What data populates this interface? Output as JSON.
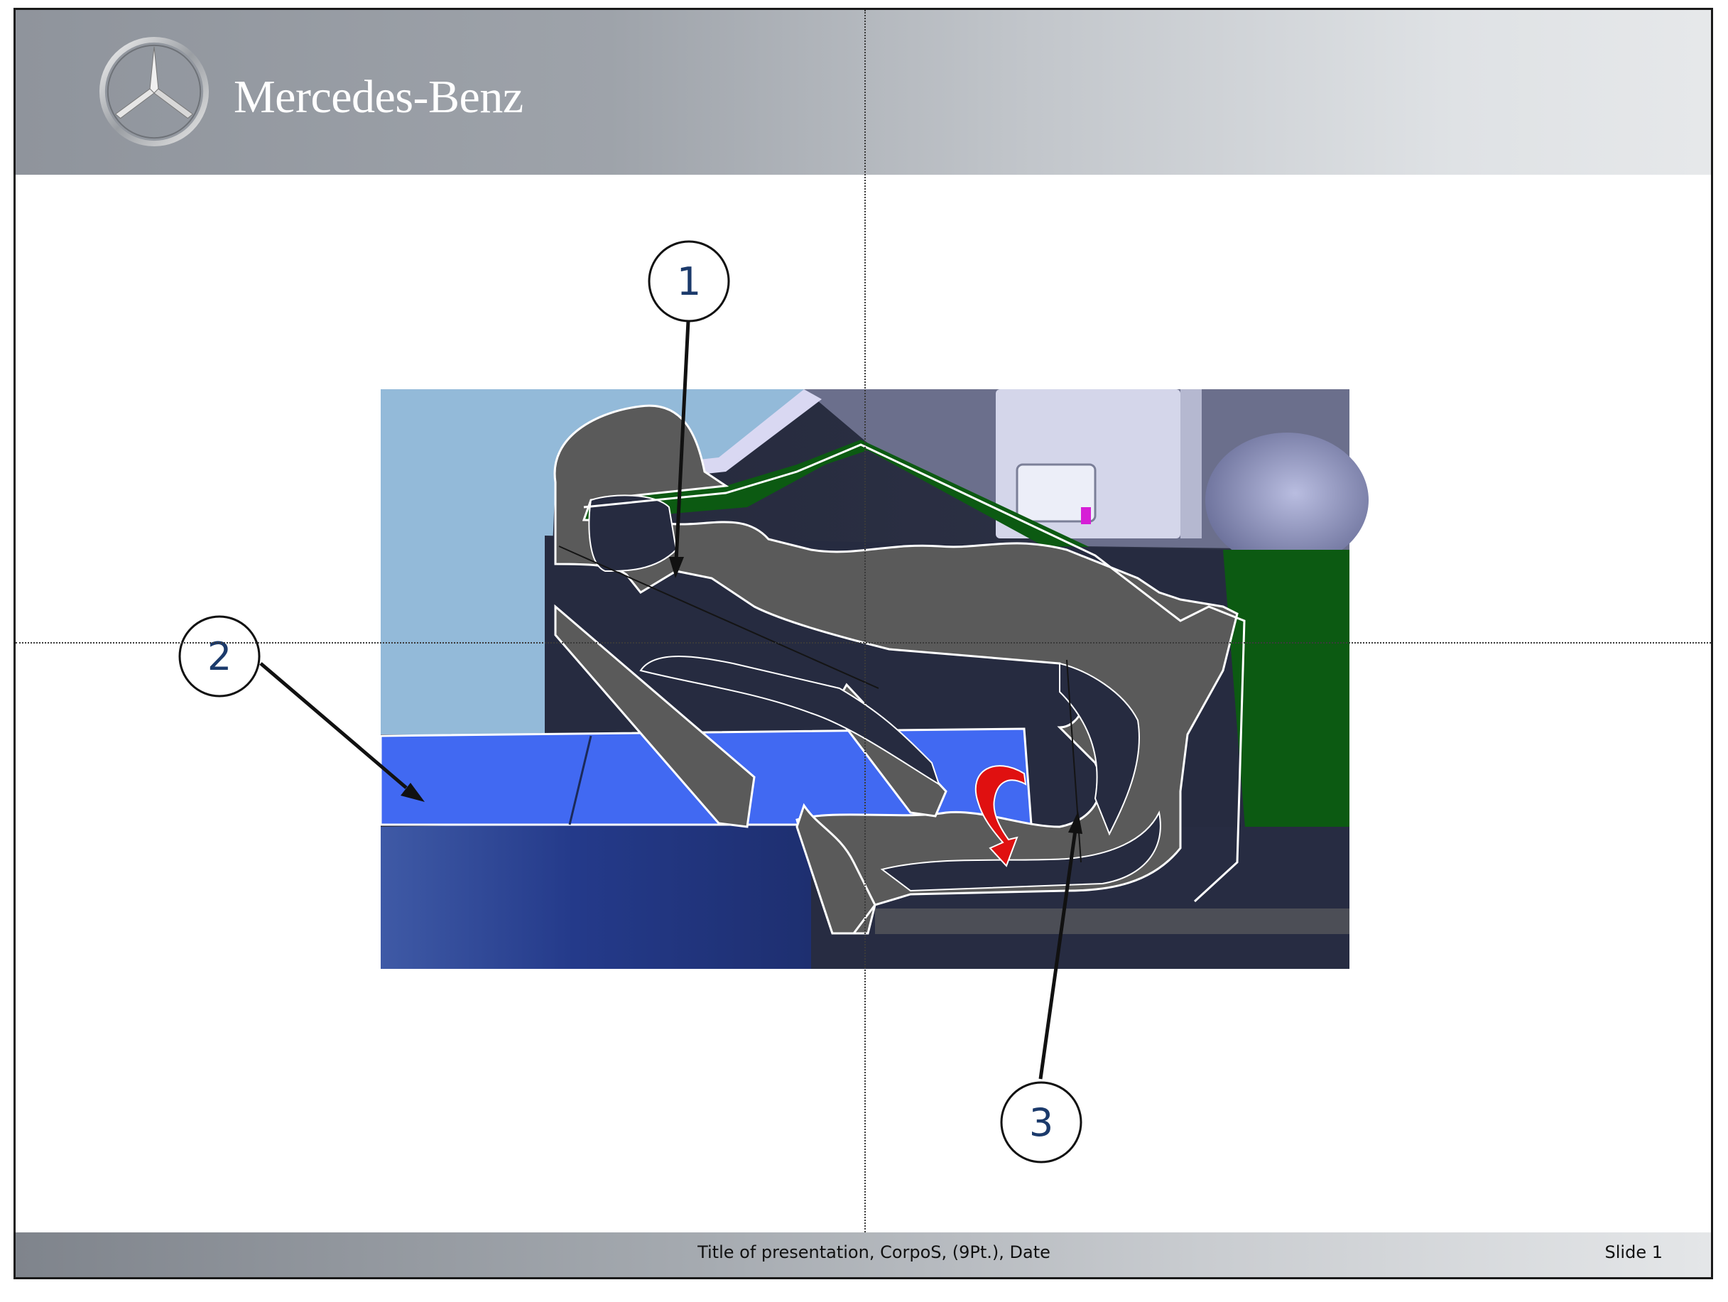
{
  "header": {
    "brand": "Mercedes-Benz",
    "logo_icon": "mercedes-star-icon"
  },
  "footer": {
    "title": "Title of presentation, CorpoS, (9Pt.), Date",
    "slide_label": "Slide 1"
  },
  "callouts": [
    {
      "id": "1",
      "label": "1"
    },
    {
      "id": "2",
      "label": "2"
    },
    {
      "id": "3",
      "label": "3"
    }
  ],
  "colors": {
    "clip_gray": "#5a5a5a",
    "panel_green": "#0c5a12",
    "sheet_blue": "#4169f2",
    "sky_blue": "#93bad9",
    "arrow_red": "#e01010",
    "callout_text": "#1b3a6b"
  }
}
